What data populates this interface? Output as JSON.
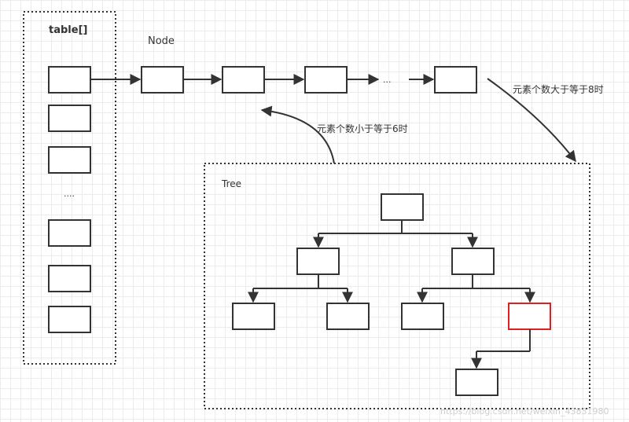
{
  "labels": {
    "table": "table[]",
    "node": "Node",
    "tree": "Tree",
    "table_ellipsis": "....",
    "list_ellipsis": "...",
    "to_tree": "元素个数大于等于8时",
    "to_list": "元素个数小于等于6时",
    "watermark": "https://blog.csdn.net/weixin_43831980"
  },
  "colors": {
    "stroke": "#333333",
    "highlight": "#e02020",
    "grid": "#ececec"
  }
}
